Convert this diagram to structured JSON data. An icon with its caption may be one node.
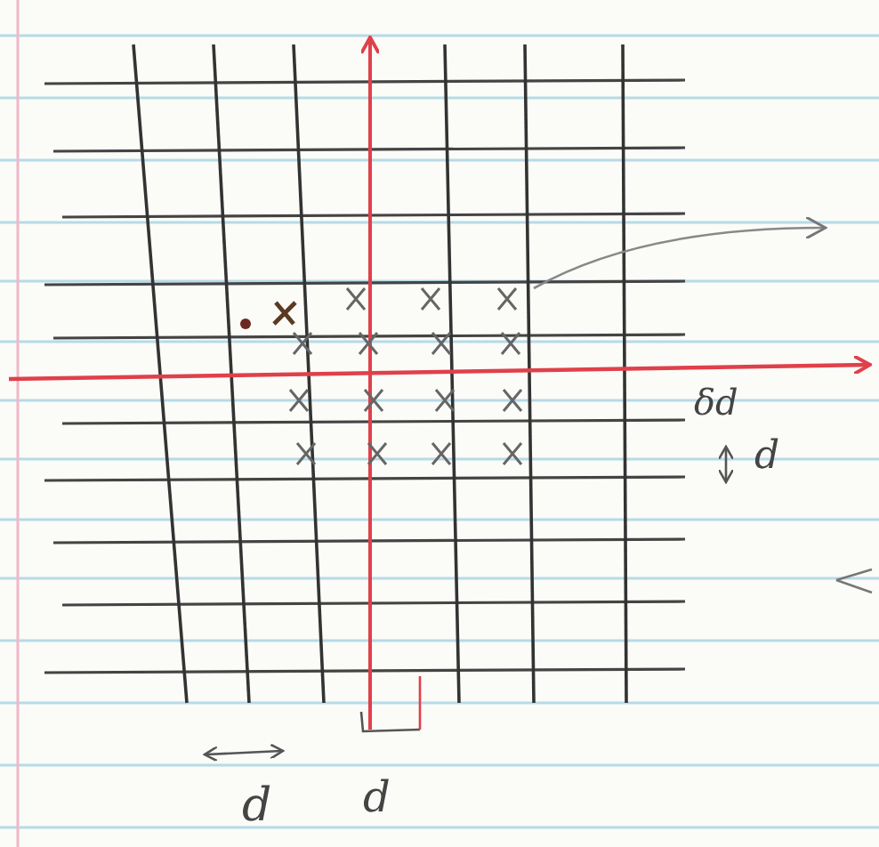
{
  "diagram": {
    "labels": [
      "δd",
      "d",
      "d",
      "d"
    ]
  }
}
